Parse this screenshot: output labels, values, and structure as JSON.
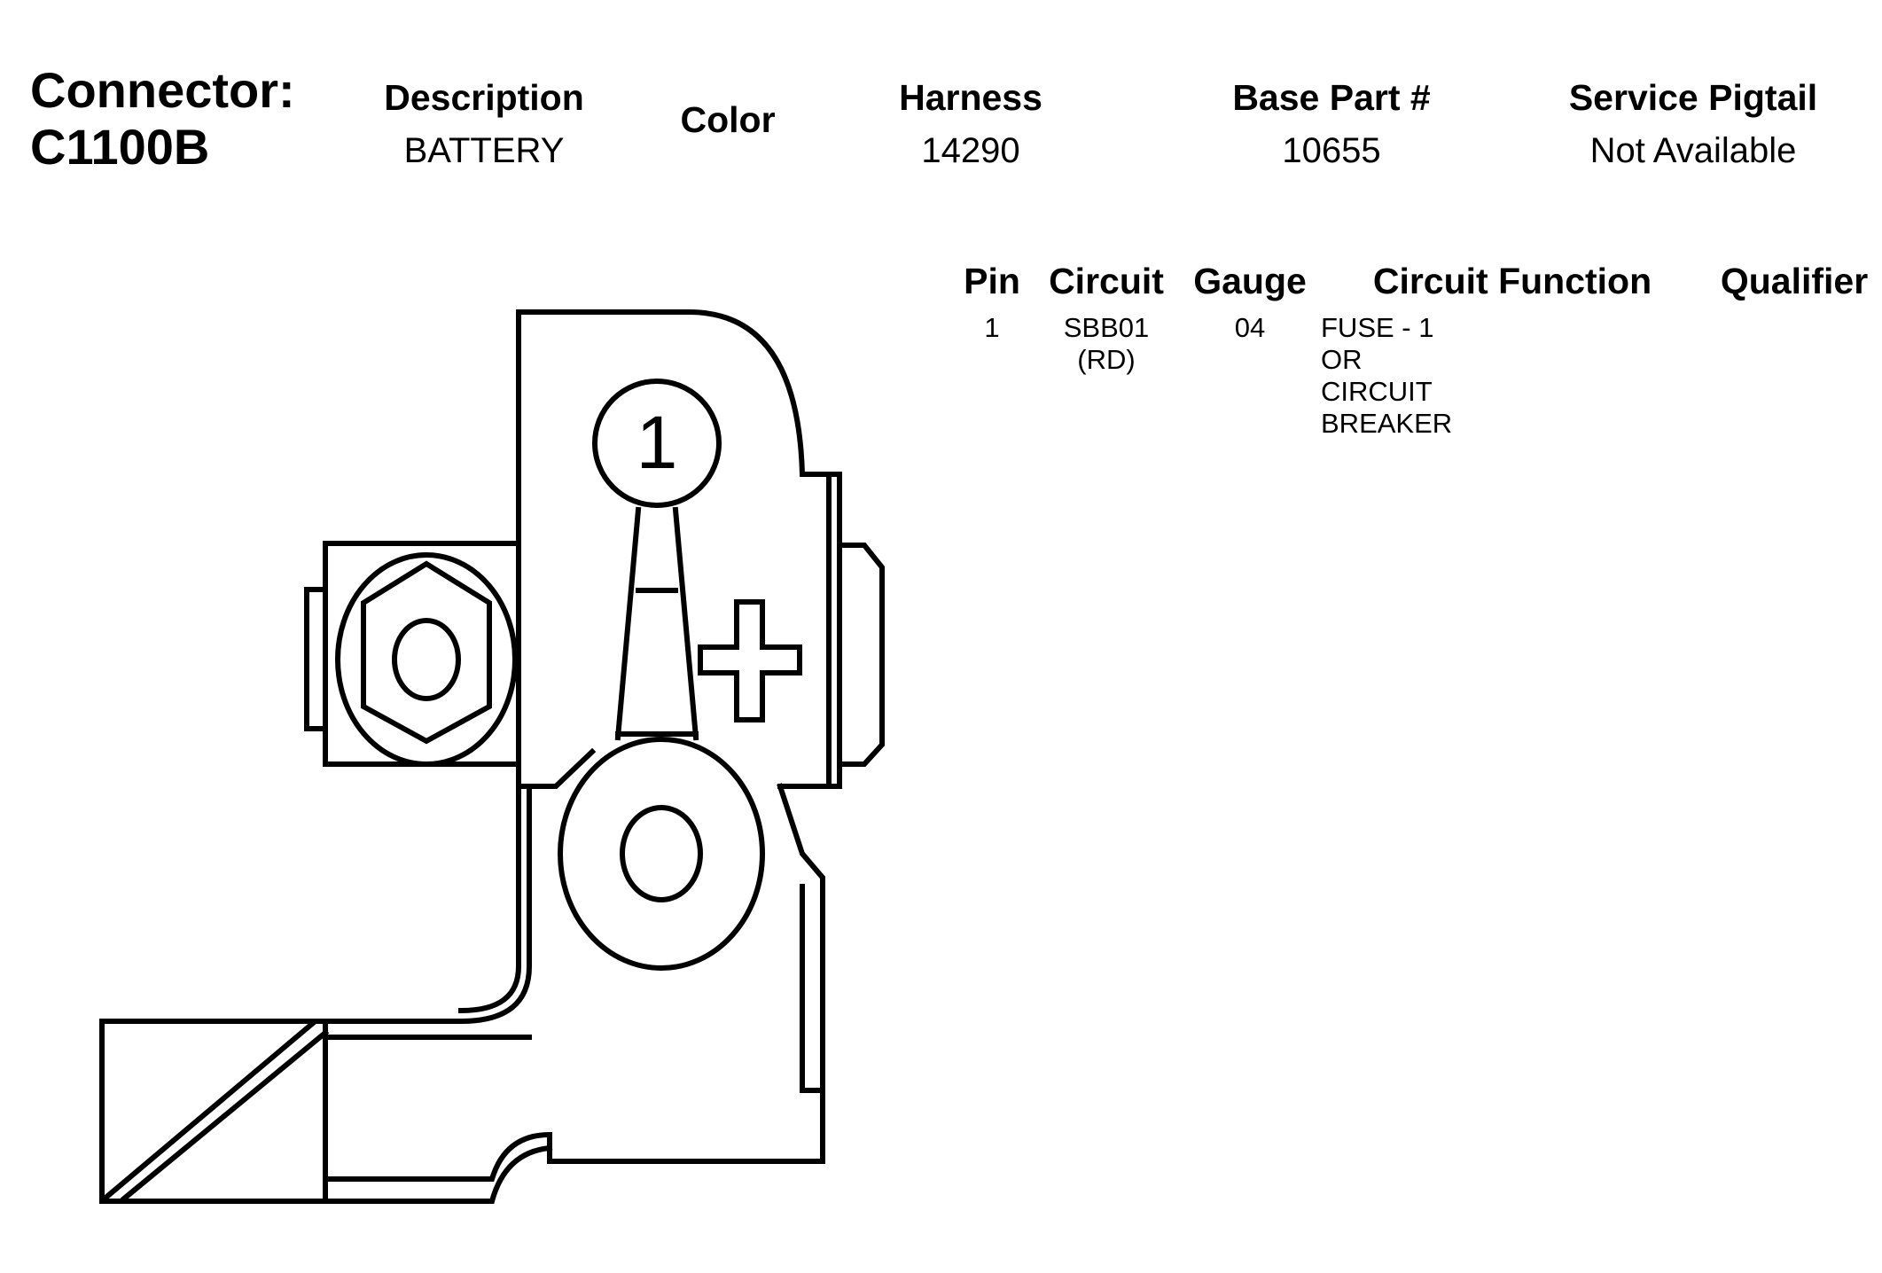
{
  "connector": {
    "label_prefix": "Connector:",
    "id": "C1100B"
  },
  "header": {
    "description": {
      "label": "Description",
      "value": "BATTERY"
    },
    "color": {
      "label": "Color"
    },
    "harness": {
      "label": "Harness",
      "value": "14290"
    },
    "base_part": {
      "label": "Base Part #",
      "value": "10655"
    },
    "service_pigtail": {
      "label": "Service Pigtail",
      "value": "Not Available"
    }
  },
  "pin_table": {
    "columns": [
      "Pin",
      "Circuit",
      "Gauge",
      "Circuit Function",
      "Qualifier"
    ],
    "rows": [
      {
        "pin": "1",
        "circuit_line1": "SBB01",
        "circuit_line2": "(RD)",
        "gauge": "04",
        "function_line1": "FUSE - 1 OR CIRCUIT",
        "function_line2": "BREAKER",
        "qualifier": ""
      }
    ]
  },
  "diagram": {
    "pin_callout": "1",
    "polarity_symbol": "+"
  }
}
